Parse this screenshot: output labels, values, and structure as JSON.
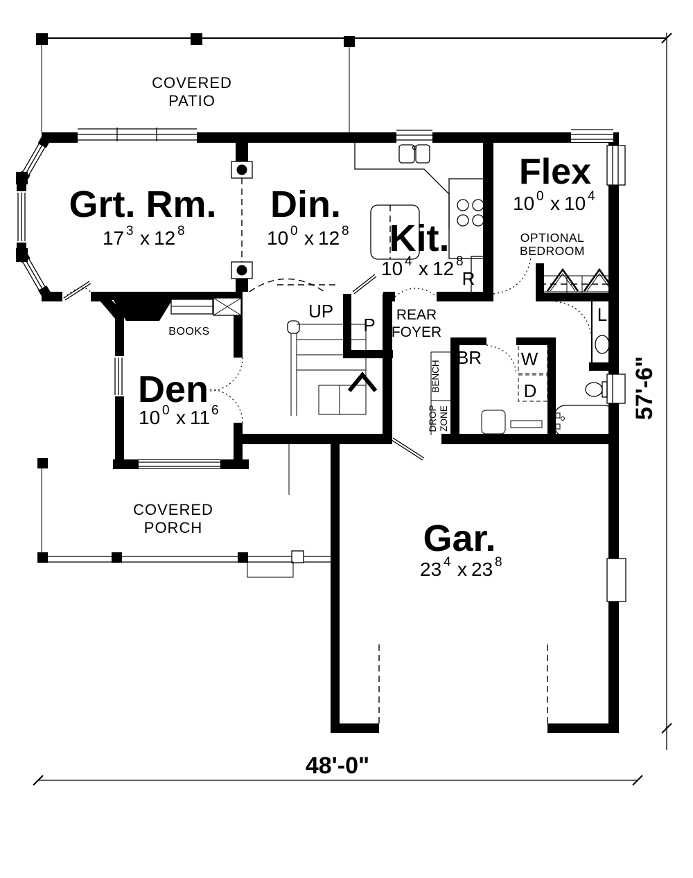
{
  "plan": {
    "colors": {
      "ink": "#000000",
      "paper": "#ffffff"
    },
    "areas": {
      "patio_line1": "COVERED",
      "patio_line2": "PATIO",
      "porch_line1": "COVERED",
      "porch_line2": "PORCH",
      "foyer_line1": "REAR",
      "foyer_line2": "FOYER"
    },
    "rooms": {
      "grt_rm": {
        "name": "Grt. Rm.",
        "d1": "17",
        "d1s": "3",
        "sep": "x",
        "d2": "12",
        "d2s": "8"
      },
      "din": {
        "name": "Din.",
        "d1": "10",
        "d1s": "0",
        "sep": "x",
        "d2": "12",
        "d2s": "8"
      },
      "kit": {
        "name": "Kit.",
        "d1": "10",
        "d1s": "4",
        "sep": "x",
        "d2": "12",
        "d2s": "8"
      },
      "flex": {
        "name": "Flex",
        "d1": "10",
        "d1s": "0",
        "sep": "x",
        "d2": "10",
        "d2s": "4",
        "note1": "OPTIONAL",
        "note2": "BEDROOM"
      },
      "den": {
        "name": "Den",
        "d1": "10",
        "d1s": "0",
        "sep": "x",
        "d2": "11",
        "d2s": "6"
      },
      "gar": {
        "name": "Gar.",
        "d1": "23",
        "d1s": "4",
        "sep": "x",
        "d2": "23",
        "d2s": "8"
      }
    },
    "labels": {
      "up": "UP",
      "p": "P",
      "r": "R",
      "br": "BR",
      "w": "W",
      "d": "D",
      "l": "L",
      "books": "BOOKS",
      "bench": "BENCH",
      "drop": "DROP",
      "zone": "ZONE"
    },
    "dimensions": {
      "width": "48'-0\"",
      "height": "57'-6\""
    }
  }
}
